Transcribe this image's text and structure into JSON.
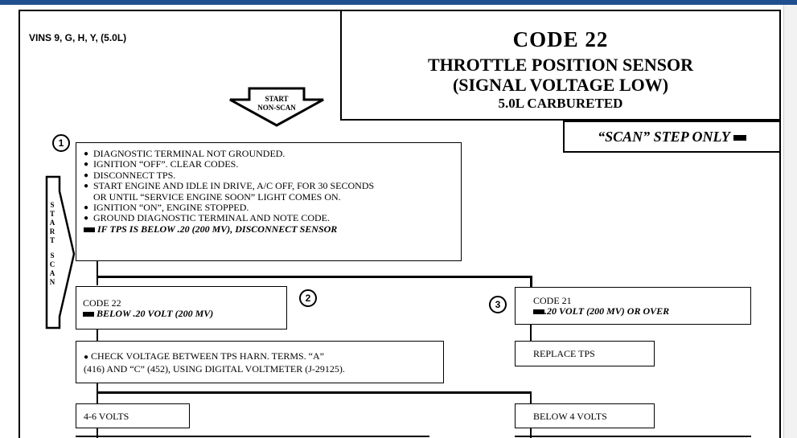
{
  "vins": "VINS 9, G, H, Y, (5.0L)",
  "title": {
    "code": "CODE 22",
    "line1": "THROTTLE POSITION SENSOR",
    "line2": "(SIGNAL VOLTAGE LOW)",
    "line3": "5.0L CARBURETED"
  },
  "scan_only": "“SCAN” STEP ONLY",
  "start_nonscan": {
    "line1": "START",
    "line2": "NON-SCAN"
  },
  "start_scan_letters": [
    "S",
    "T",
    "A",
    "R",
    "T",
    "",
    "S",
    "C",
    "A",
    "N"
  ],
  "step1": {
    "num": "1",
    "items": [
      "DIAGNOSTIC TERMINAL NOT GROUNDED.",
      "IGNITION “OFF”. CLEAR CODES.",
      "DISCONNECT TPS.",
      "START ENGINE AND IDLE IN DRIVE, A/C OFF, FOR 30 SECONDS",
      "OR UNTIL “SERVICE ENGINE SOON” LIGHT COMES ON.",
      "IGNITION “ON”, ENGINE STOPPED.",
      "GROUND DIAGNOSTIC TERMINAL AND NOTE CODE."
    ],
    "scan_note": "IF TPS IS BELOW .20 (200 MV), DISCONNECT SENSOR"
  },
  "step2": {
    "num": "2",
    "code": "CODE 22",
    "desc": "BELOW .20 VOLT (200 MV)"
  },
  "step3": {
    "num": "3",
    "code": "CODE 21",
    "desc": ".20 VOLT (200 MV) OR OVER"
  },
  "check_voltage": {
    "line1": "CHECK VOLTAGE BETWEEN TPS HARN. TERMS. “A”",
    "line2": "(416) AND “C” (452), USING DIGITAL VOLTMETER (J-29125)."
  },
  "replace_tps": "REPLACE TPS",
  "result_left": "4-6 VOLTS",
  "result_right": "BELOW 4 VOLTS"
}
